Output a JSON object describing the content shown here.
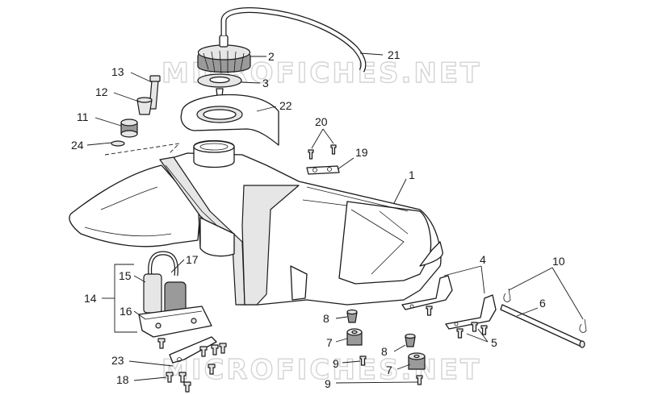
{
  "watermark": "MICROFICHES.NET",
  "callouts": {
    "c1": "1",
    "c2": "2",
    "c3": "3",
    "c4": "4",
    "c5": "5",
    "c6": "6",
    "c7a": "7",
    "c7b": "7",
    "c8a": "8",
    "c8b": "8",
    "c9a": "9",
    "c9b": "9",
    "c10": "10",
    "c11": "11",
    "c12": "12",
    "c13": "13",
    "c14": "14",
    "c15": "15",
    "c16": "16",
    "c17": "17",
    "c18": "18",
    "c19": "19",
    "c20": "20",
    "c21": "21",
    "c22": "22",
    "c23": "23",
    "c24": "24"
  }
}
